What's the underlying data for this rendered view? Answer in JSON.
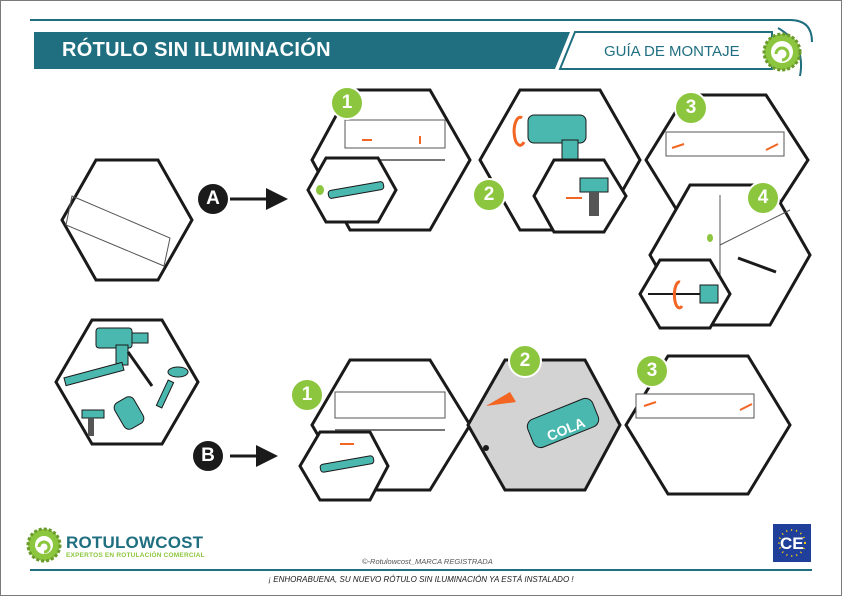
{
  "header": {
    "title": "RÓTULO SIN ILUMINACIÓN",
    "guide": "GUÍA DE MONTAJE"
  },
  "sections": {
    "a_label": "A",
    "b_label": "B"
  },
  "steps": {
    "a": [
      "1",
      "2",
      "3",
      "4"
    ],
    "b": [
      "1",
      "2",
      "3"
    ]
  },
  "products": {
    "glue_tube_label": "COLA"
  },
  "footer": {
    "brand": "ROTULOWCOST",
    "tagline": "EXPERTOS EN ROTULACIÓN COMERCIAL",
    "copyright": "©-Rotulowcost_MARCA REGISTRADA",
    "message": "¡ ENHORABUENA, SU NUEVO RÓTULO SIN ILUMINACIÓN YA ESTÁ INSTALADO !",
    "certification": "CE"
  },
  "colors": {
    "teal": "#1f6f80",
    "green": "#8cc63f",
    "orange": "#f26522",
    "tool": "#4bb8b0"
  }
}
